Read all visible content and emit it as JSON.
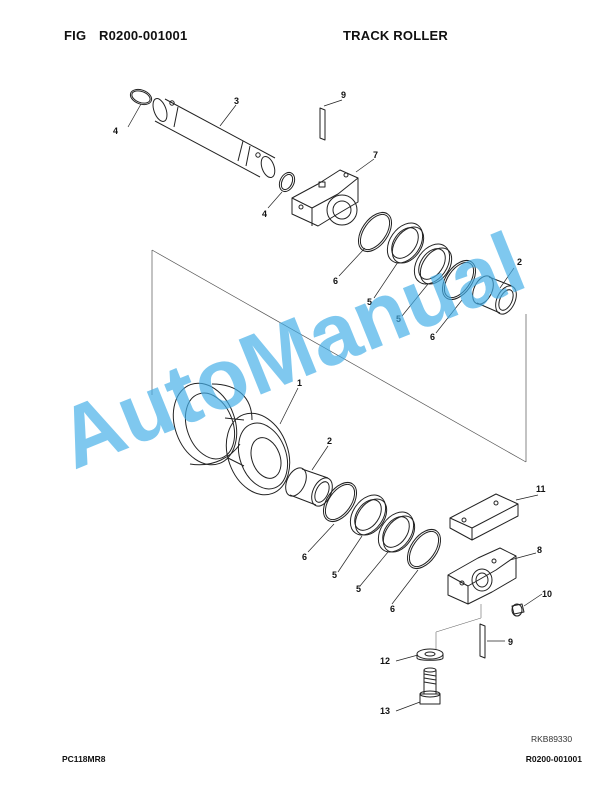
{
  "header": {
    "fig_label": "FIG",
    "fig_code": "R0200-001001",
    "title": "TRACK ROLLER"
  },
  "drawing": {
    "reference": "RKB89330",
    "callouts": [
      "1",
      "2",
      "2",
      "3",
      "4",
      "4",
      "5",
      "5",
      "5",
      "5",
      "6",
      "6",
      "6",
      "6",
      "7",
      "8",
      "9",
      "9",
      "10",
      "11",
      "12",
      "13"
    ]
  },
  "watermark": {
    "text": "AutoManual",
    "color": "#43aee8"
  },
  "footer": {
    "left": "PC118MR8",
    "right": "R0200-001001"
  }
}
